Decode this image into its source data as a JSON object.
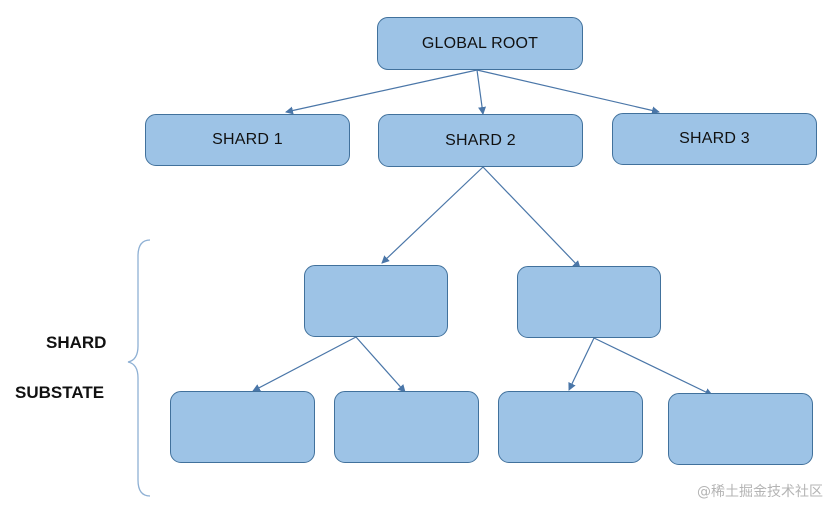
{
  "diagram": {
    "root": {
      "label": "GLOBAL ROOT"
    },
    "shards": [
      {
        "label": "SHARD 1"
      },
      {
        "label": "SHARD 2"
      },
      {
        "label": "SHARD 3"
      }
    ],
    "substate_label_line1": "SHARD",
    "substate_label_line2": "SUBSTATE",
    "colors": {
      "node_fill": "#9dc3e6",
      "node_border": "#41719c",
      "connector": "#4a76a8",
      "brace": "#8eb0d4"
    }
  },
  "watermark": "@稀土掘金技术社区"
}
